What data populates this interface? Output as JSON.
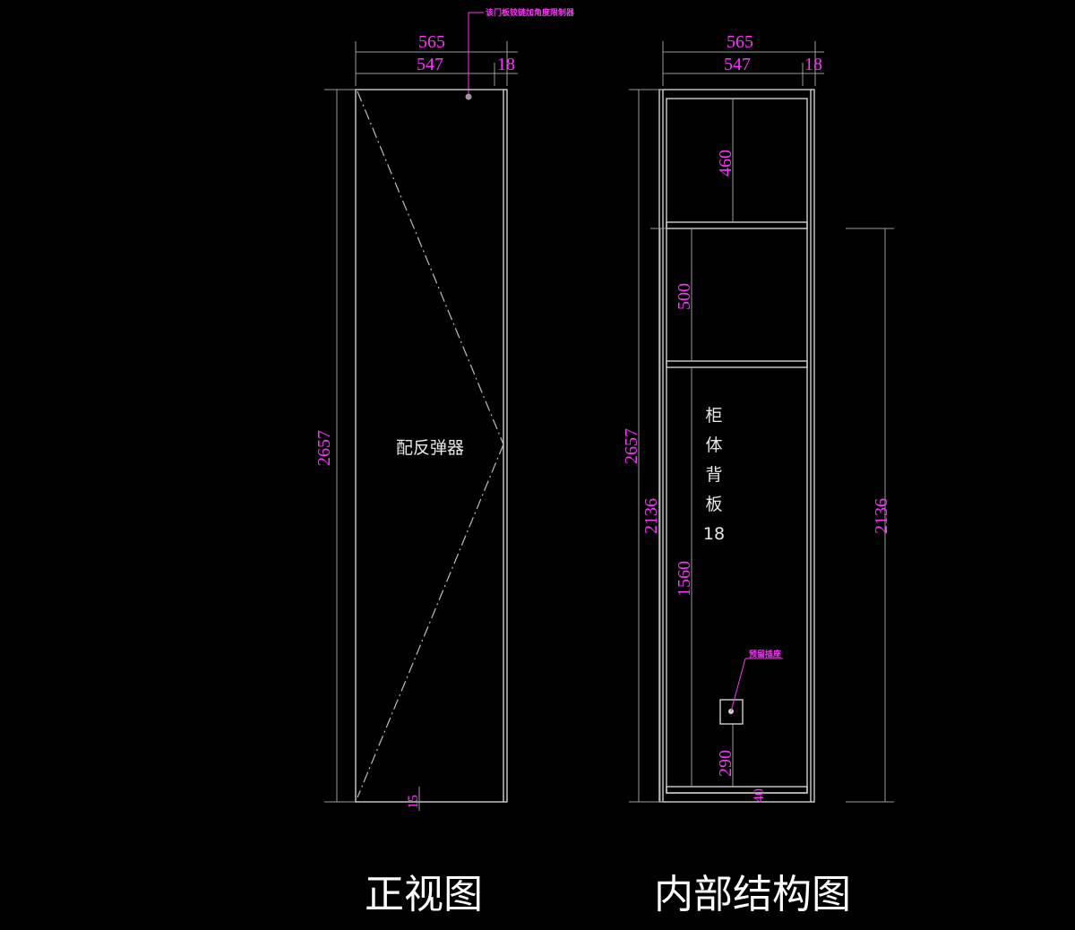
{
  "front_view": {
    "caption": "正视图",
    "dims": {
      "overall_width": "565",
      "inner_width": "547",
      "edge": "18",
      "height": "2657",
      "bottom": "15"
    },
    "door_note": "配反弹器",
    "top_note": "该门板铰链加角度限制器"
  },
  "interior_view": {
    "caption": "内部结构图",
    "dims": {
      "overall_width": "565",
      "inner_width": "547",
      "edge": "18",
      "shelf1": "460",
      "shelf2": "500",
      "lower": "1560",
      "height": "2657",
      "sub_height": "2136",
      "right_height": "2136",
      "socket_height": "290",
      "base": "40"
    },
    "back_panel_label": [
      "柜",
      "体",
      "背",
      "板",
      "18"
    ],
    "socket_note": "预留插座"
  }
}
